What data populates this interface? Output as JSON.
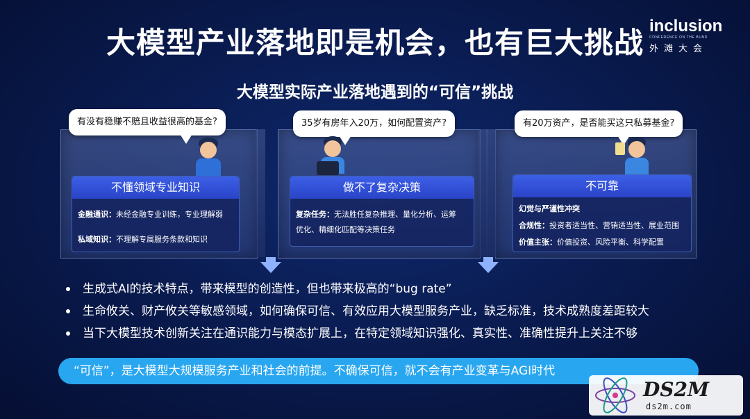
{
  "title": "大模型产业落地即是机会，也有巨大挑战",
  "logo": {
    "word": "inclusion",
    "sub": "CONFERENCE ON THE BUND",
    "cn": "外滩大会"
  },
  "subtitle": "大模型实际产业落地遇到的“可信”挑战",
  "panels": [
    {
      "question": "有没有稳赚不赔且收益很高的基金?",
      "header": "不懂领域专业知识",
      "lines": [
        {
          "label": "金融通识：",
          "text": "未经金融专业训练，专业理解弱"
        },
        {
          "label": "私域知识：",
          "text": "不理解专属服务条款和知识"
        }
      ]
    },
    {
      "question": "35岁有房年入20万，如何配置资产?",
      "header": "做不了复杂决策",
      "lines": [
        {
          "label": "复杂任务：",
          "text": "无法胜任复杂推理、量化分析、运筹"
        },
        {
          "label": "",
          "text": "优化、精细化匹配等决策任务"
        }
      ]
    },
    {
      "question": "有20万资产，是否能买这只私募基金?",
      "header": "不可靠",
      "lines": [
        {
          "label": "幻觉与严谨性冲突",
          "text": ""
        },
        {
          "label": "合规性：",
          "text": "投资者适当性、营销适当性、展业范围"
        },
        {
          "label": "价值主张：",
          "text": "价值投资、风险平衡、科学配置"
        }
      ]
    }
  ],
  "bullets": [
    "生成式AI的技术特点，带来模型的创造性，但也带来极高的“bug rate”",
    "生命攸关、财产攸关等敏感领域，如何确保可信、有效应用大模型服务产业，缺乏标准，技术成熟度差距较大",
    "当下大模型技术创新关注在通识能力与模态扩展上，在特定领域知识强化、真实性、准确性提升上关注不够"
  ],
  "banner": "“可信”，是大模型大规模服务产业和社会的前提。不确保可信，就不会有产业变革与AGI时代",
  "watermark": {
    "word": "DS2M",
    "url": "ds2m.com"
  },
  "colors": {
    "background": "#0a1c52",
    "card_header": "#3c5fe6",
    "banner": "#29a6f0",
    "arrow": "#8fb2ff"
  }
}
